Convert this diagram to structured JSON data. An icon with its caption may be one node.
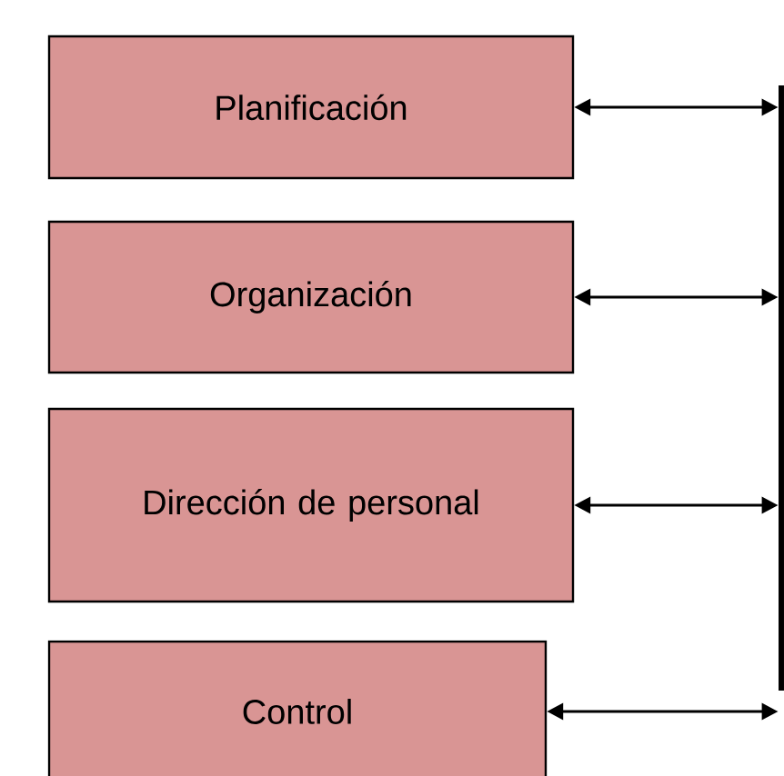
{
  "diagram": {
    "nodes": [
      {
        "text": [
          "Planificación"
        ]
      },
      {
        "text": [
          "Organización"
        ]
      },
      {
        "text": [
          "Dirección de personal"
        ]
      },
      {
        "text": [
          "Control"
        ]
      },
      {
        "text": [],
        "shape": "bar"
      }
    ],
    "edges": [
      {
        "from": 0,
        "to": 4,
        "arrow": "both"
      },
      {
        "from": 1,
        "to": 4,
        "arrow": "both"
      },
      {
        "from": 2,
        "to": 4,
        "arrow": "both"
      },
      {
        "from": 3,
        "to": 4,
        "arrow": "both"
      }
    ]
  }
}
